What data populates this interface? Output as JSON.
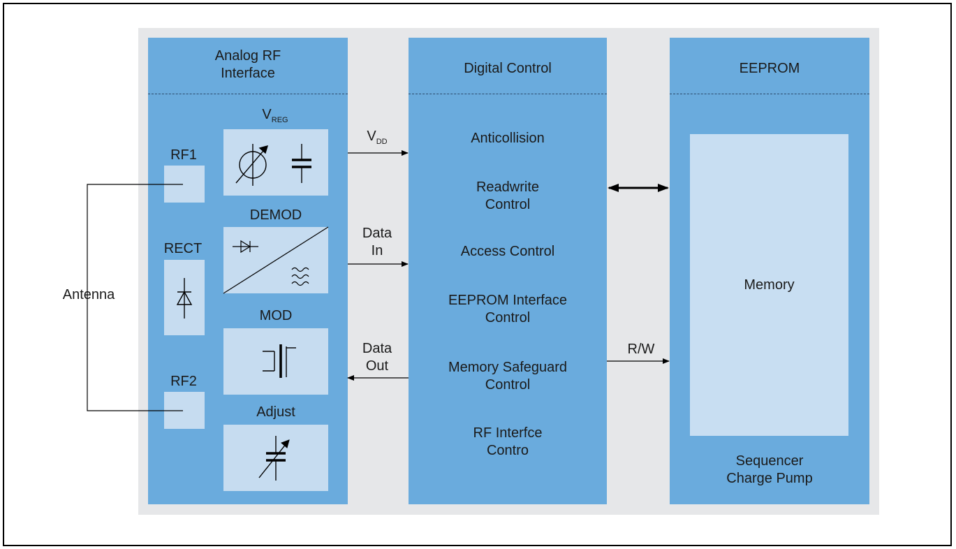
{
  "analog": {
    "title_line1": "Analog RF",
    "title_line2": "Interface",
    "vreg_main": "V",
    "vreg_sub": "REG",
    "demod": "DEMOD",
    "mod": "MOD",
    "adjust": "Adjust",
    "rf1": "RF1",
    "rect": "RECT",
    "rf2": "RF2"
  },
  "antenna": "Antenna",
  "signals": {
    "vdd_main": "V",
    "vdd_sub": "DD",
    "data_in_line1": "Data",
    "data_in_line2": "In",
    "data_out_line1": "Data",
    "data_out_line2": "Out",
    "rw": "R/W"
  },
  "digital": {
    "title": "Digital Control",
    "items": [
      {
        "line1": "Anticollision",
        "line2": ""
      },
      {
        "line1": "Readwrite",
        "line2": "Control"
      },
      {
        "line1": "Access Control",
        "line2": ""
      },
      {
        "line1": "EEPROM Interface",
        "line2": "Control"
      },
      {
        "line1": "Memory Safeguard",
        "line2": "Control"
      },
      {
        "line1": "RF Interfce",
        "line2": "Contro"
      }
    ]
  },
  "eeprom": {
    "title": "EEPROM",
    "memory": "Memory",
    "footer_line1": "Sequencer",
    "footer_line2": "Charge Pump"
  }
}
